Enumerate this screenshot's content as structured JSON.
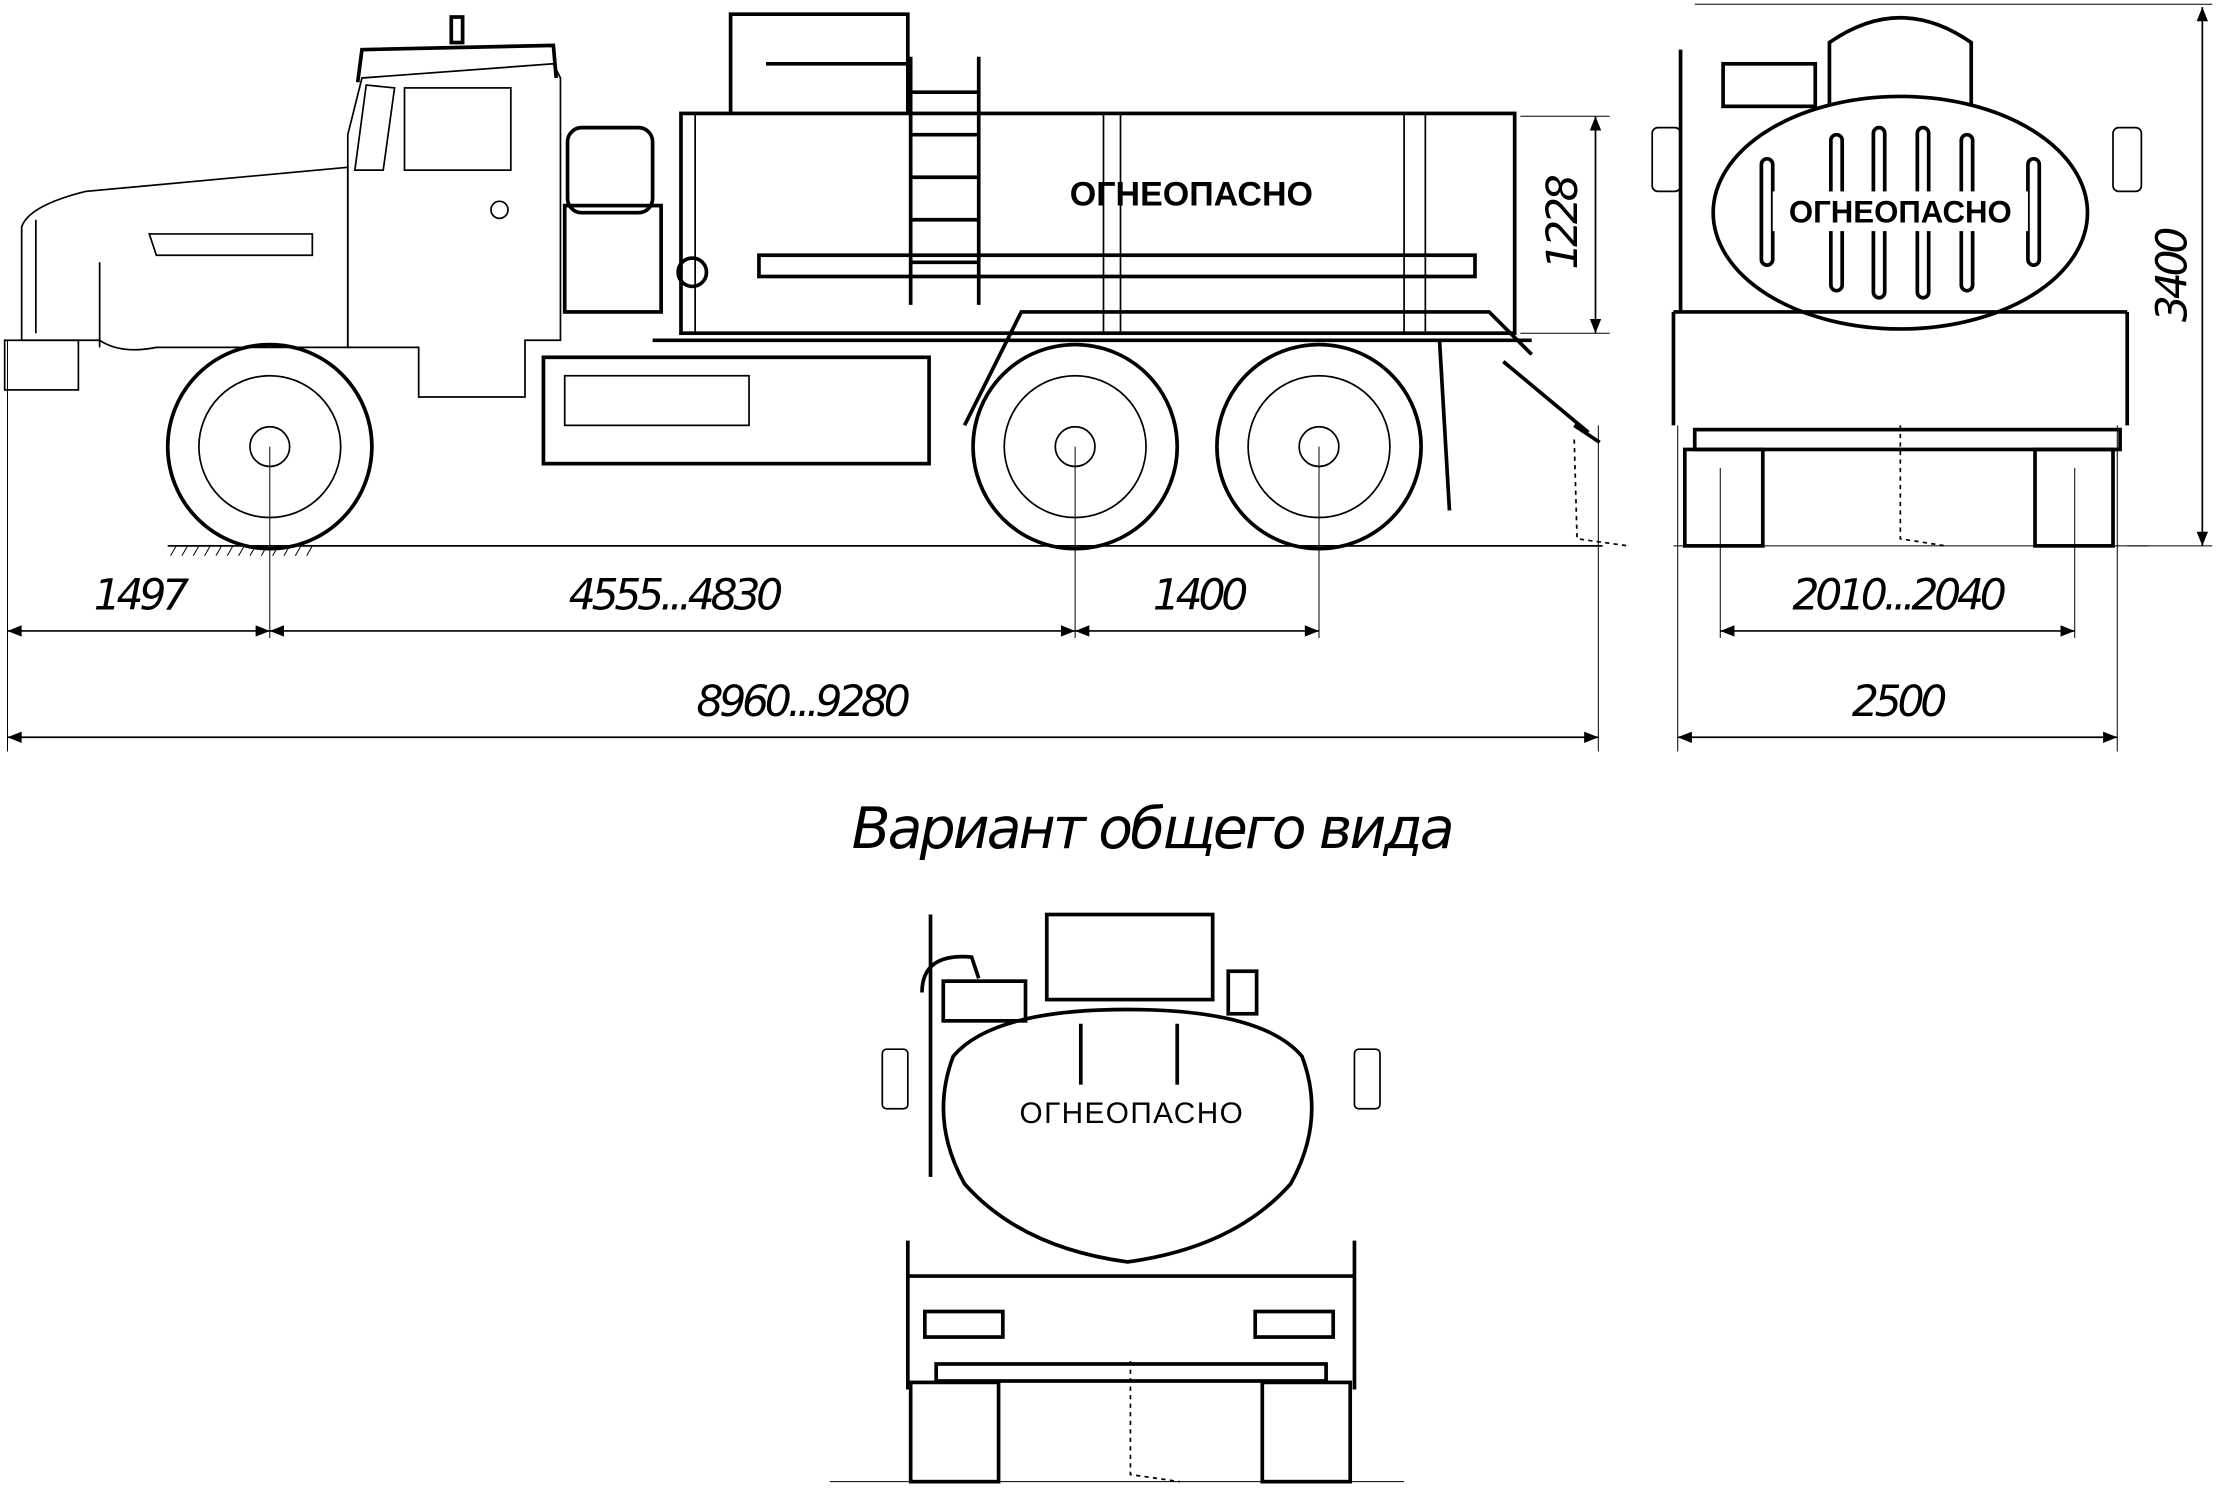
{
  "warning_label": "ОГНЕОПАСНО",
  "caption": "Вариант общего вида",
  "dimensions": {
    "front_overhang": "1497",
    "wheelbase": "4555...4830",
    "rear_axle_spacing": "1400",
    "overall_length": "8960...9280",
    "tank_height": "1228",
    "overall_height": "3400",
    "track_width": "2010...2040",
    "overall_width": "2500"
  }
}
